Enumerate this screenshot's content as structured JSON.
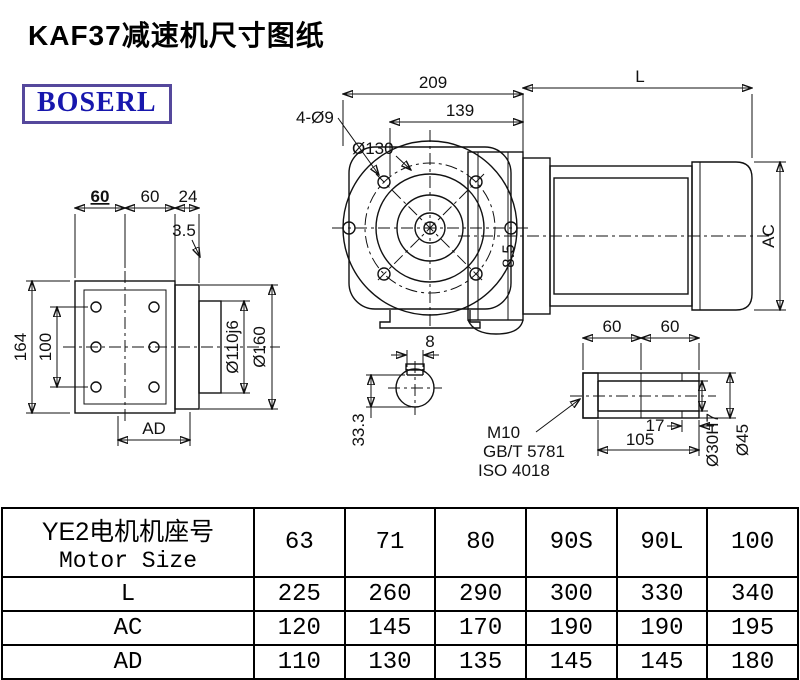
{
  "page": {
    "title": "KAF37减速机尺寸图纸",
    "logo": "BOSERL"
  },
  "front_view": {
    "dim_209": "209",
    "dim_139": "139",
    "holes_label": "4-Ø9",
    "bolt_circle_label": "Ø130",
    "dim_8_5": "8.5"
  },
  "side_view": {
    "dim_L": "L",
    "dim_AC": "AC"
  },
  "flange_view": {
    "dim_60_left": "60",
    "dim_60_right": "60",
    "dim_24": "24",
    "dim_3_5": "3.5",
    "dim_164": "164",
    "dim_100": "100",
    "dim_AD": "AD",
    "dim_d110": "Ø110j6",
    "dim_d160": "Ø160"
  },
  "shaft_end_view": {
    "dim_8": "8",
    "dim_33_3": "33.3",
    "thread_label": "M10",
    "std_gb": "GB/T 5781",
    "std_iso": "ISO 4018"
  },
  "shaft_detail_view": {
    "dim_60_left": "60",
    "dim_60_right": "60",
    "dim_17": "17",
    "dim_105": "105",
    "dim_d30": "Ø30H7",
    "dim_d45": "Ø45"
  },
  "table": {
    "header_cn": "YE2电机机座号",
    "header_en": "Motor Size",
    "sizes": [
      "63",
      "71",
      "80",
      "90S",
      "90L",
      "100"
    ],
    "rows": [
      {
        "label": "L",
        "values": [
          "225",
          "260",
          "290",
          "300",
          "330",
          "340"
        ]
      },
      {
        "label": "AC",
        "values": [
          "120",
          "145",
          "170",
          "190",
          "190",
          "195"
        ]
      },
      {
        "label": "AD",
        "values": [
          "110",
          "130",
          "135",
          "145",
          "145",
          "180"
        ]
      }
    ]
  }
}
